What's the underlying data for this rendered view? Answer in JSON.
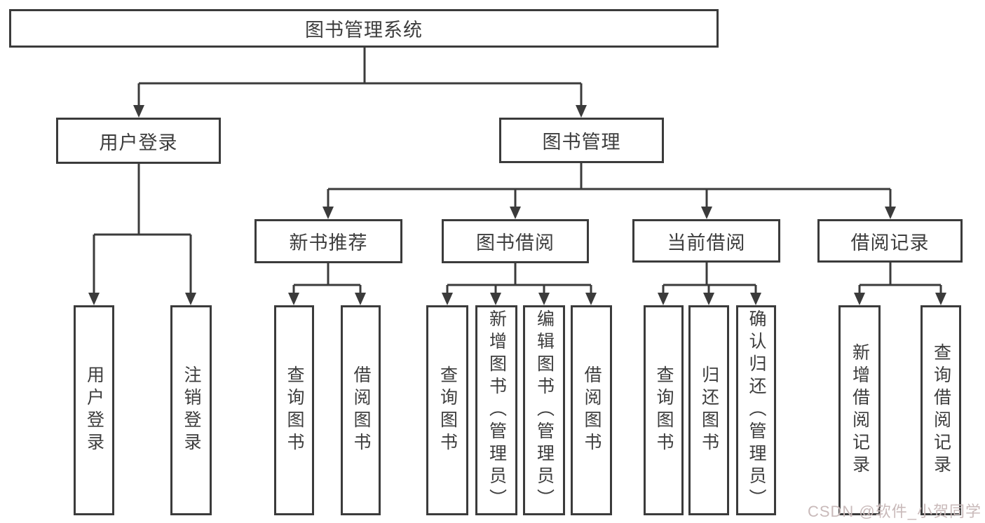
{
  "diagram": {
    "root": "图书管理系统",
    "branches": [
      {
        "label": "用户登录",
        "children": [
          "用户登录",
          "注销登录"
        ]
      },
      {
        "label": "图书管理",
        "sections": [
          {
            "label": "新书推荐",
            "children": [
              "查询图书",
              "借阅图书"
            ]
          },
          {
            "label": "图书借阅",
            "children": [
              "查询图书",
              "新增图书（管理员）",
              "编辑图书（管理员）",
              "借阅图书"
            ]
          },
          {
            "label": "当前借阅",
            "children": [
              "查询图书",
              "归还图书",
              "确认归还（管理员）"
            ]
          },
          {
            "label": "借阅记录",
            "children": [
              "新增借阅记录",
              "查询借阅记录"
            ]
          }
        ]
      }
    ]
  },
  "watermark": "CSDN @软件_小贺同学",
  "colors": {
    "line": "#3b3b3b",
    "box_border": "#3b3b3b",
    "box_background": "#ffffff",
    "text": "#3d3d3d",
    "watermark": "#c9baba",
    "page_background": "#ffffff"
  }
}
